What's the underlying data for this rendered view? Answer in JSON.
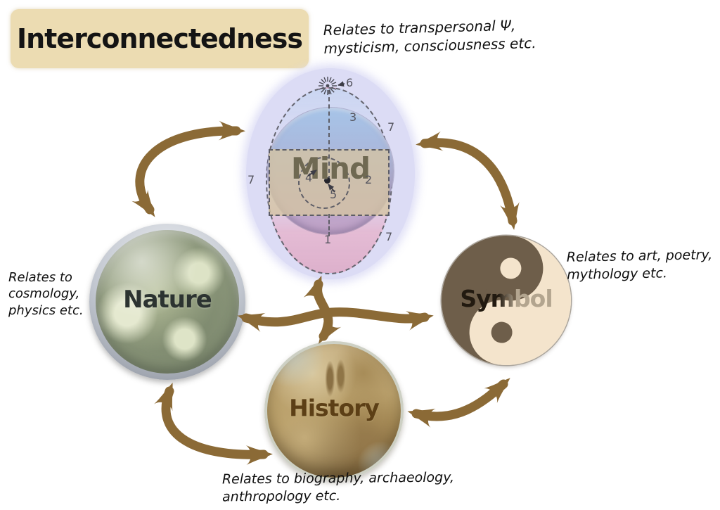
{
  "title": {
    "label": "Interconnectedness"
  },
  "annotations": {
    "mind": "Relates to transpersonal Ψ,\nmysticism, consciousness etc.",
    "symbol": "Relates to art, poetry,\nmythology etc.",
    "nature": "Relates to\ncosmology,\nphysics etc.",
    "history": "Relates to biography, archaeology,\nanthropology etc."
  },
  "nodes": {
    "mind": {
      "label": "Mind",
      "numbers": [
        "6",
        "3",
        "7",
        "7",
        "4",
        "2",
        "5",
        "1",
        "7"
      ]
    },
    "nature": {
      "label": "Nature"
    },
    "symbol": {
      "label": "Symbol"
    },
    "history": {
      "label": "History"
    }
  },
  "colors": {
    "arrow": "#8b6a36",
    "title_bg": "#ecdcb2",
    "mind_halo": "#dcdcf5",
    "mind_band": "#d5c4a2",
    "mind_pink": "#ddb0cc",
    "mind_blue": "#a6c4e8",
    "yin_dark": "#6e5e4a",
    "yin_light": "#f4e4cc"
  }
}
